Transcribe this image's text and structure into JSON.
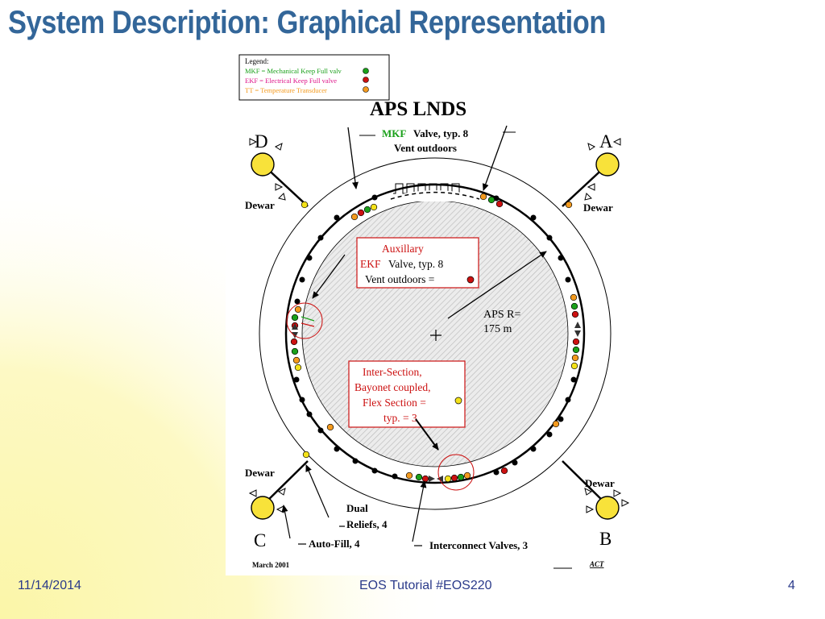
{
  "slide": {
    "title": "System Description: Graphical Representation",
    "footer_date": "11/14/2014",
    "footer_center": "EOS Tutorial #EOS220",
    "page_number": "4"
  },
  "diagram": {
    "legend": {
      "heading": "Legend:",
      "mkf": "MKF = Mechanical Keep Full valv",
      "ekf": "EKF = Electrical Keep Full valve",
      "tt": "TT = Temperature Transducer"
    },
    "main_title": "APS LNDS",
    "mkf_tag": "MKF",
    "mkf_text": "Valve, typ. 8",
    "mkf_vent": "Vent outdoors",
    "corner_d": "D",
    "corner_a": "A",
    "corner_c": "C",
    "corner_b": "B",
    "dewar_label": "Dewar",
    "aux_line1": "Auxillary",
    "aux_ekf": "EKF",
    "aux_line2": "Valve, typ. 8",
    "aux_line3": "Vent outdoors =",
    "aps_r_line1": "APS R=",
    "aps_r_line2": "175 m",
    "inter_line1": "Inter-Section,",
    "inter_line2": "Bayonet coupled,",
    "inter_line3": "Flex Section =",
    "inter_line4": "typ. = 3",
    "dual_line1": "Dual",
    "dual_line2": "Reliefs, 4",
    "autofill": "Auto-Fill, 4",
    "interconnect": "Interconnect Valves, 3",
    "date_stamp": "March 2001",
    "act_label": "ACT",
    "colors": {
      "mkf": "#1aa01a",
      "ekf": "#cc1111",
      "tt": "#f39a1e",
      "flex": "#f4e21a",
      "title_blue": "#336699",
      "footer_blue": "#2a3a8a"
    }
  }
}
